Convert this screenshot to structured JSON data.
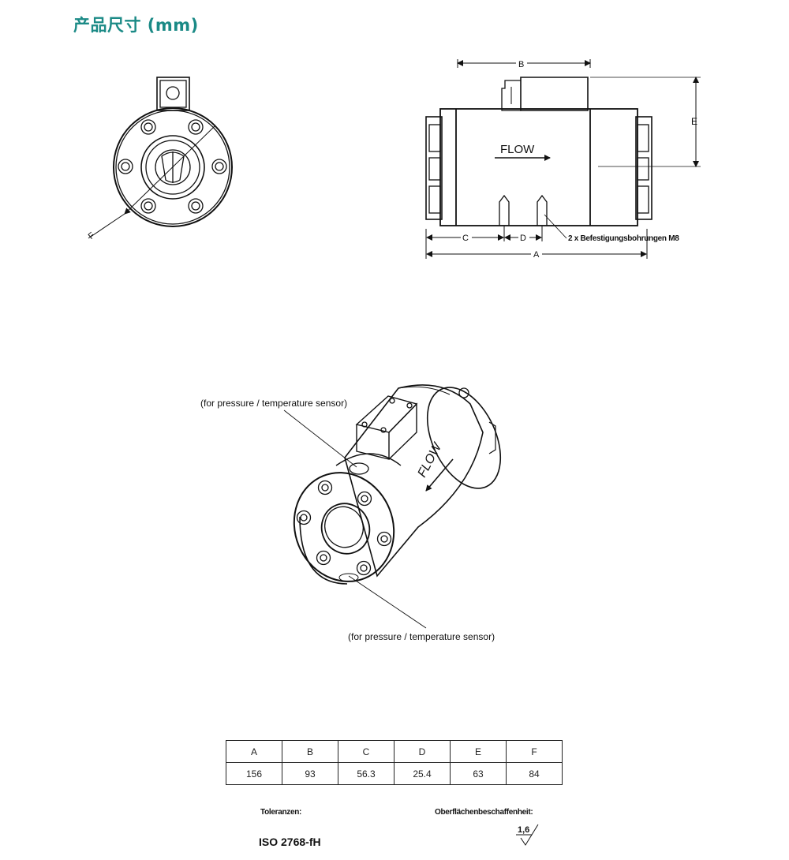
{
  "title": "产品尺寸 (mm)",
  "drawing": {
    "front_view": {
      "dim_label": "F"
    },
    "side_view": {
      "flow_label": "FLOW",
      "dim_labels": {
        "a": "A",
        "b": "B",
        "c": "C",
        "d": "D",
        "e": "E"
      },
      "callout": "2 x Befestigungsbohrungen M8"
    },
    "iso_view": {
      "flow_label": "FLOW",
      "callout_top": "(for pressure / temperature sensor)",
      "callout_bottom": "(for pressure / temperature sensor)"
    }
  },
  "table": {
    "headers": [
      "A",
      "B",
      "C",
      "D",
      "E",
      "F"
    ],
    "values": [
      "156",
      "93",
      "56.3",
      "25.4",
      "63",
      "84"
    ]
  },
  "tolerance": {
    "label": "Toleranzen:",
    "value": "ISO 2768-fH"
  },
  "surface": {
    "label": "Oberflächenbeschaffenheit:",
    "value": "1,6"
  }
}
